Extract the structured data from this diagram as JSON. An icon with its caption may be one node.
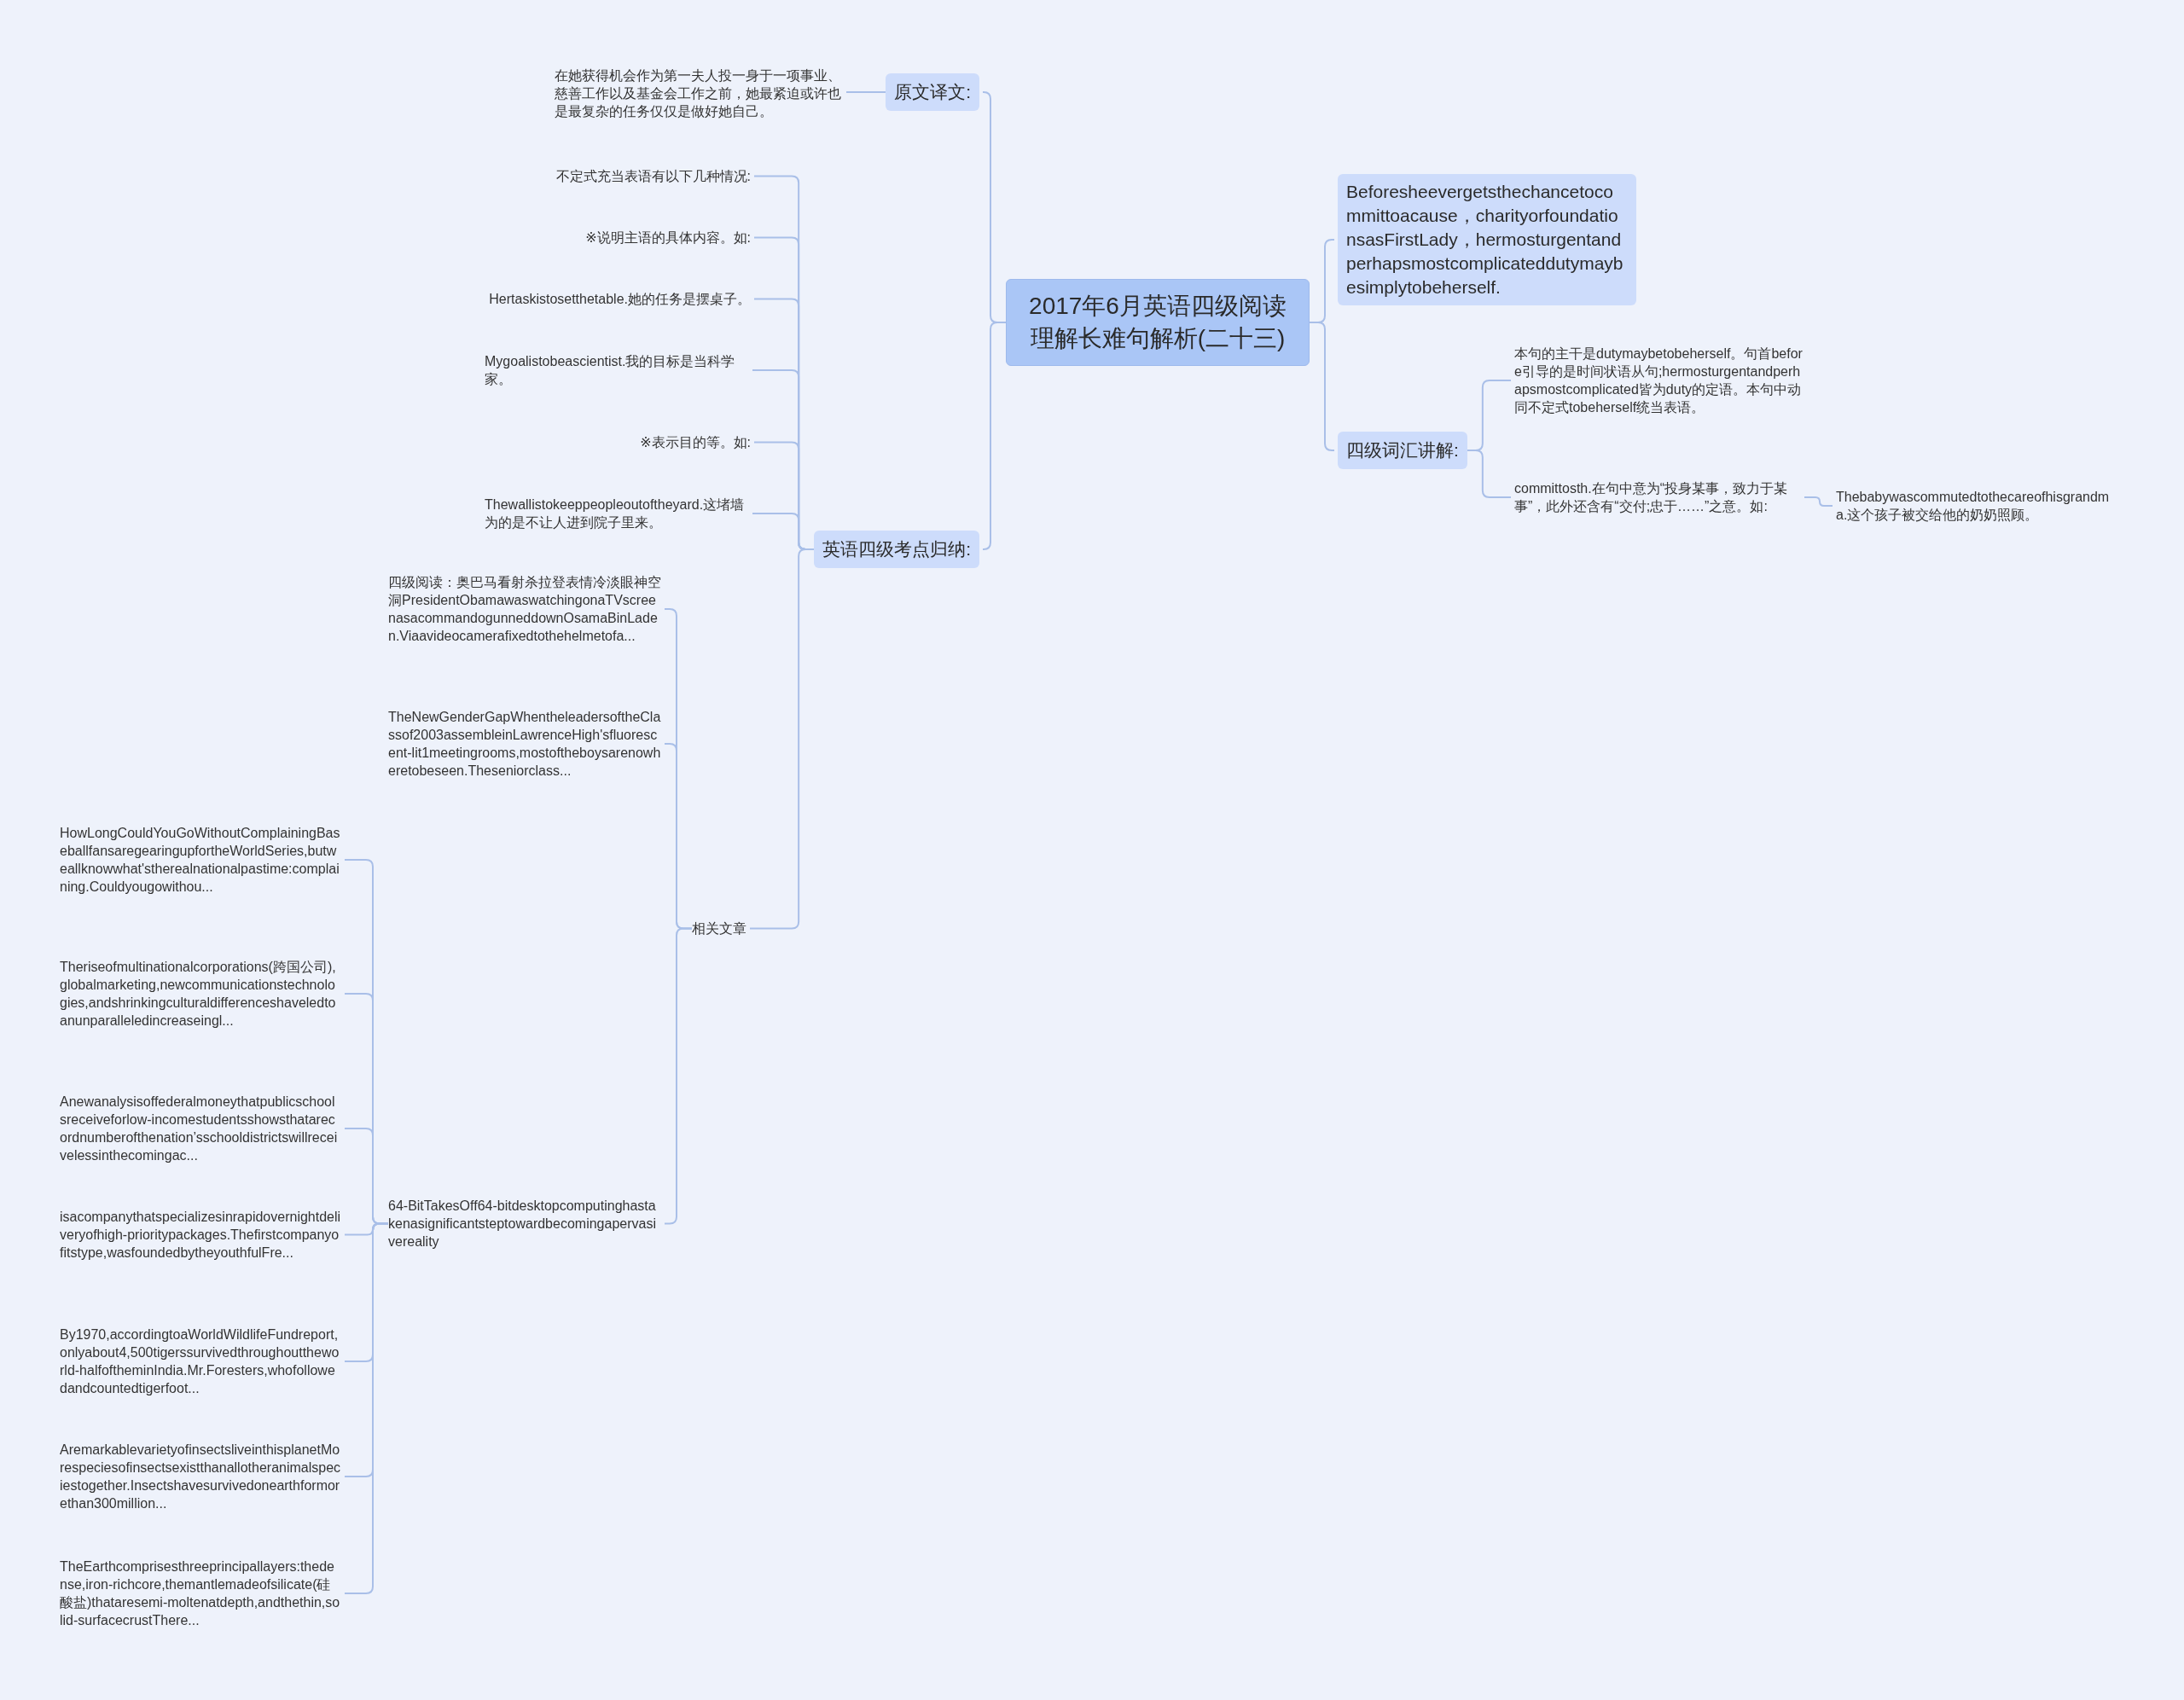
{
  "diagram": {
    "nodes": [
      {
        "text": [
          "2017年6月英语四级阅读理解长难句解析(二十三)"
        ]
      },
      {
        "text": [
          "原文译文:"
        ]
      },
      {
        "text": [
          "在她获得机会作为第一夫人投一身于一项事业、慈善工作以及基金会工作之前，她最紧迫或许也是最复杂的任务仅仅是做好她自己。"
        ]
      },
      {
        "text": [
          "英语四级考点归纳:"
        ]
      },
      {
        "text": [
          "不定式充当表语有以下几种情况:"
        ]
      },
      {
        "text": [
          "※说明主语的具体内容。如:"
        ]
      },
      {
        "text": [
          "Hertaskistosetthetable.她的任务是摆桌子。"
        ]
      },
      {
        "text": [
          "Mygoalistobeascientist.我的目标是当科学家。"
        ]
      },
      {
        "text": [
          "※表示目的等。如:"
        ]
      },
      {
        "text": [
          "Thewallistokeeppeopleoutoftheyard.这堵墙为的是不让人进到院子里来。"
        ]
      },
      {
        "text": [
          "相关文章"
        ]
      },
      {
        "text": [
          "四级阅读：奥巴马看射杀拉登表情冷淡眼神空洞PresidentObamawaswatchingonaTVscreenasacommandogunneddownOsamaBinLaden.Viaavideocamerafixedtothehelmetofa..."
        ]
      },
      {
        "text": [
          "TheNewGenderGapWhentheleadersoftheClassof2003assembleinLawrenceHigh'sfluorescent-lit1meetingrooms,mostoftheboysarenowheretobeseen.Theseniorclass..."
        ]
      },
      {
        "text": [
          "64-BitTakesOff64-bitdesktopcomputinghastakenasignificantsteptowardbecomingapervasivereality"
        ]
      },
      {
        "text": [
          "HowLongCouldYouGoWithoutComplainingBaseballfansaregearingupfortheWorldSeries,butweallknowwhat'stherealnationalpastime:complaining.Couldyougowithou..."
        ]
      },
      {
        "text": [
          "Theriseofmultinationalcorporations(跨国公司),globalmarketing,newcommunicationstechnologies,andshrinkingculturaldifferenceshaveledtoanunparalleledincreaseingl..."
        ]
      },
      {
        "text": [
          "Anewanalysisoffederalmoneythatpublicschoolsreceiveforlow-incomestudentsshowsthatarecordnumberofthenation’sschooldistrictswillreceivelessinthecomingac..."
        ]
      },
      {
        "text": [
          "isacompanythatspecializesinrapidovernightdeliveryofhigh-prioritypackages.Thefirstcompanyofitstype,wasfoundedbytheyouthfulFre..."
        ]
      },
      {
        "text": [
          "By1970,accordingtoaWorldWildlifeFundreport,onlyabout4,500tigerssurvivedthroughouttheworld-halfoftheminIndia.Mr.Foresters,whofollowedandcountedtigerfoot..."
        ]
      },
      {
        "text": [
          "AremarkablevarietyofinsectsliveinthisplanetMorespeciesofinsectsexistthanallotheranimalspeciestogether.Insectshavesurvivedonearthformorethan300million..."
        ]
      },
      {
        "text": [
          "TheEarthcomprisesthreeprincipallayers:thedense,iron-richcore,themantlemadeofsilicate(硅酸盐)thataresemi-moltenatdepth,andthethin,solid-surfacecrustThere..."
        ]
      },
      {
        "text": [
          "Beforesheevergetsthechancetocommittoacause，charityorfoundationsasFirstLady，hermosturgentandperhapsmostcomplicateddutymaybesimplytobeherself."
        ]
      },
      {
        "text": [
          "四级词汇讲解:"
        ]
      },
      {
        "text": [
          "本句的主干是dutymaybetobeherself。句首before引导的是时间状语从句;hermosturgentandperhapsmostcomplicated皆为duty的定语。本句中动同不定式tobeherself统当表语。"
        ]
      },
      {
        "text": [
          "committosth.在句中意为“投身某事，致力于某事”，此外还含有“交付;忠于……”之意。如:"
        ]
      },
      {
        "text": [
          "Thebabywascommutedtothecareofhisgrandma.这个孩子被交给他的奶奶照顾。"
        ]
      }
    ],
    "edges": [
      {
        "from": 0,
        "to": 1,
        "arrow": "none"
      },
      {
        "from": 1,
        "to": 2,
        "arrow": "none"
      },
      {
        "from": 0,
        "to": 3,
        "arrow": "none"
      },
      {
        "from": 3,
        "to": 4,
        "arrow": "none"
      },
      {
        "from": 3,
        "to": 5,
        "arrow": "none"
      },
      {
        "from": 3,
        "to": 6,
        "arrow": "none"
      },
      {
        "from": 3,
        "to": 7,
        "arrow": "none"
      },
      {
        "from": 3,
        "to": 8,
        "arrow": "none"
      },
      {
        "from": 3,
        "to": 9,
        "arrow": "none"
      },
      {
        "from": 3,
        "to": 10,
        "arrow": "none"
      },
      {
        "from": 10,
        "to": 11,
        "arrow": "none"
      },
      {
        "from": 10,
        "to": 12,
        "arrow": "none"
      },
      {
        "from": 10,
        "to": 13,
        "arrow": "none"
      },
      {
        "from": 13,
        "to": 14,
        "arrow": "none"
      },
      {
        "from": 13,
        "to": 15,
        "arrow": "none"
      },
      {
        "from": 13,
        "to": 16,
        "arrow": "none"
      },
      {
        "from": 13,
        "to": 17,
        "arrow": "none"
      },
      {
        "from": 13,
        "to": 18,
        "arrow": "none"
      },
      {
        "from": 13,
        "to": 19,
        "arrow": "none"
      },
      {
        "from": 13,
        "to": 20,
        "arrow": "none"
      },
      {
        "from": 0,
        "to": 21,
        "arrow": "none"
      },
      {
        "from": 0,
        "to": 22,
        "arrow": "none"
      },
      {
        "from": 22,
        "to": 23,
        "arrow": "none"
      },
      {
        "from": 22,
        "to": 24,
        "arrow": "none"
      },
      {
        "from": 24,
        "to": 25,
        "arrow": "none"
      }
    ]
  }
}
